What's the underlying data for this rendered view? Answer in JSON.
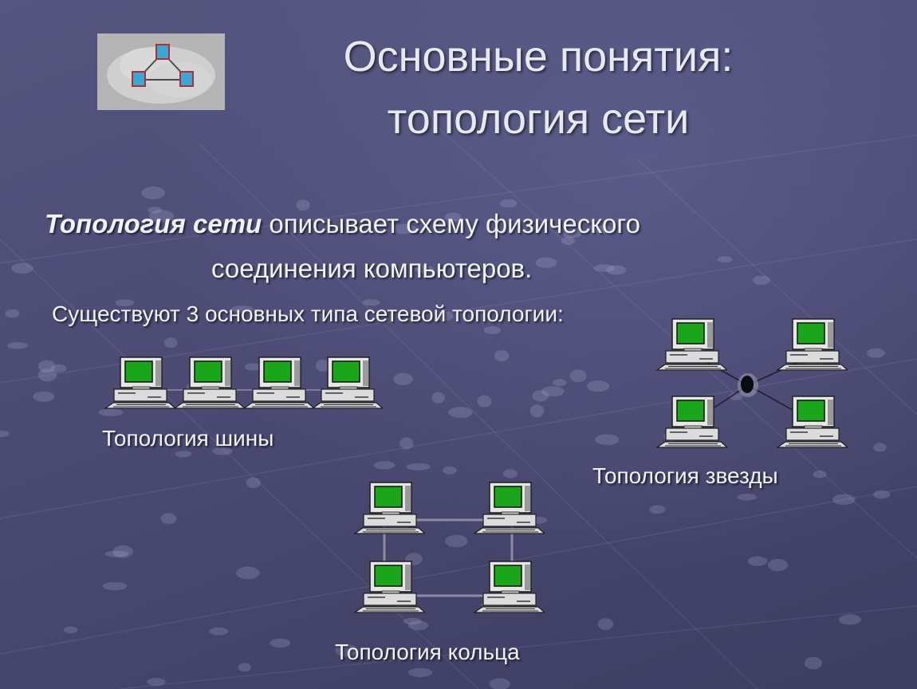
{
  "slide": {
    "title_line_1": "Основные понятия:",
    "title_line_2": "топология сети",
    "definition_term": "Топология сети",
    "definition_rest": " описывает схему физического",
    "definition_line_2": "соединения компьютеров.",
    "types_intro": "Существуют 3 основных типа сетевой топологии:"
  },
  "captions": {
    "bus": "Топология шины",
    "star": "Топология звезды",
    "ring": "Топология кольца"
  },
  "icons": {
    "logo": "network-triangle-icon",
    "computer": "computer-icon",
    "hub": "hub-icon"
  },
  "colors": {
    "background": "#4a4a73",
    "text": "#f1f1f6",
    "screen": "#1aa51a",
    "monitor": "#e4e4e4"
  }
}
